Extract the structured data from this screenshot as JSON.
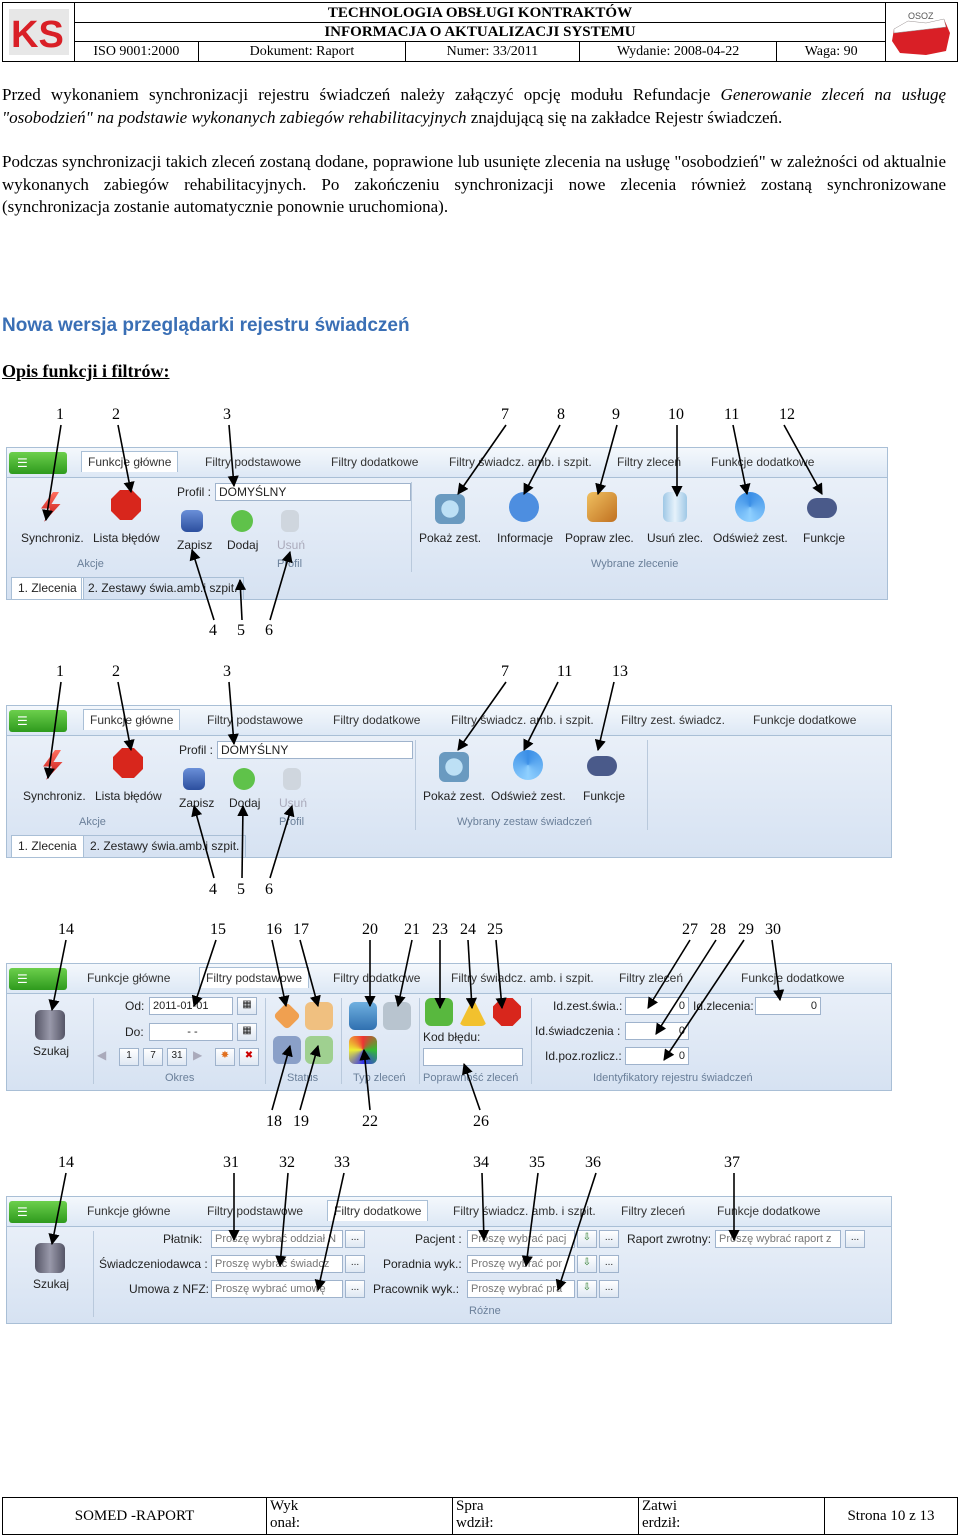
{
  "header": {
    "title1": "TECHNOLOGIA OBSŁUGI KONTRAKTÓW",
    "title2": "INFORMACJA O AKTUALIZACJI SYSTEMU",
    "iso": "ISO 9001:2000",
    "dokument": "Dokument: Raport",
    "numer": "Numer: 33/2011",
    "wydanie": "Wydanie: 2008-04-22",
    "waga": "Waga: 90",
    "logo_left": "KS",
    "logo_right": "OSOZ"
  },
  "body": {
    "p1a": "Przed wykonaniem synchronizacji rejestru świadczeń należy załączyć opcję modułu Refundacje ",
    "p1b": "Generowanie zleceń na usługę \"osobodzień\" na podstawie wykonanych zabiegów rehabilitacyjnych",
    "p1c": " znajdującą się na zakładce Rejestr świadczeń.",
    "p2": "Podczas synchronizacji takich zleceń zostaną dodane, poprawione lub usunięte zlecenia na usługę \"osobodzień\" w zależności od aktualnie wykonanych zabiegów rehabilitacyjnych. Po zakończeniu synchronizacji nowe zlecenia również zostaną synchronizowane (synchronizacja zostanie automatycznie ponownie uruchomiona).",
    "heading": "Nowa wersja przeglądarki rejestru świadczeń",
    "subheading": "Opis funkcji i filtrów:"
  },
  "numbers": {
    "r1_top": [
      "1",
      "2",
      "3",
      "7",
      "8",
      "9",
      "10",
      "11",
      "12"
    ],
    "r1_bot": [
      "4",
      "5",
      "6"
    ],
    "r2_top": [
      "1",
      "2",
      "3",
      "7",
      "11",
      "13"
    ],
    "r2_bot": [
      "4",
      "5",
      "6"
    ],
    "r3_top": [
      "14",
      "15",
      "16",
      "17",
      "20",
      "21",
      "23",
      "24",
      "25",
      "27",
      "28",
      "29",
      "30"
    ],
    "r3_bot": [
      "18",
      "19",
      "22",
      "26"
    ],
    "r4_top": [
      "14",
      "31",
      "32",
      "33",
      "34",
      "35",
      "36",
      "37"
    ]
  },
  "ribbon_tabs": {
    "app": "☰",
    "t1": [
      "Funkcje główne",
      "Filtry podstawowe",
      "Filtry dodatkowe",
      "Filtry świadcz. amb. i szpit.",
      "Filtry zleceń",
      "Funkcje dodatkowe"
    ],
    "t2": [
      "Funkcje główne",
      "Filtry podstawowe",
      "Filtry dodatkowe",
      "Filtry świadcz. amb. i szpit.",
      "Filtry zest. świadcz.",
      "Funkcje dodatkowe"
    ]
  },
  "ribbon1": {
    "profil_label": "Profil :",
    "profil_value": "DOMYŚLNY",
    "buttons": [
      "Synchroniz.",
      "Lista błędów",
      "Zapisz",
      "Dodaj",
      "Usuń",
      "Pokaż zest.",
      "Informacje",
      "Popraw zlec.",
      "Usuń zlec.",
      "Odśwież zest.",
      "Funkcje"
    ],
    "groups": [
      "Akcje",
      "Profil",
      "Wybrane zlecenie"
    ],
    "subtabs": [
      "1. Zlecenia",
      "2. Zestawy świa.amb.i szpit."
    ]
  },
  "ribbon2": {
    "profil_label": "Profil :",
    "profil_value": "DOMYŚLNY",
    "buttons": [
      "Synchroniz.",
      "Lista błędów",
      "Zapisz",
      "Dodaj",
      "Usuń",
      "Pokaż zest.",
      "Odśwież zest.",
      "Funkcje"
    ],
    "groups": [
      "Akcje",
      "Profil",
      "Wybrany zestaw świadczeń"
    ],
    "subtabs": [
      "1. Zlecenia",
      "2. Zestawy świa.amb.i szpit."
    ]
  },
  "ribbon3": {
    "szukaj": "Szukaj",
    "od_label": "Od:",
    "od_value": "2011-01-01",
    "do_label": "Do:",
    "do_value": "- -",
    "kod_bledu": "Kod błędu:",
    "id_zest": "Id.zest.świa.:",
    "id_swiad": "Id.świadczenia :",
    "id_poz": "Id.poz.rozlicz.:",
    "id_zlec": "Id.zlecenia:",
    "zero": "0",
    "groups": [
      "Okres",
      "Status",
      "Typ zleceń",
      "Poprawność zleceń",
      "Identyfikatory rejestru świadczeń"
    ]
  },
  "ribbon4": {
    "szukaj": "Szukaj",
    "platnik": "Płatnik:",
    "platnik_ph": "Proszę wybrać oddział N",
    "swiad": "Świadczeniodawca :",
    "swiad_ph": "Proszę wybrać świadcz",
    "umowa": "Umowa z NFZ:",
    "umowa_ph": "Proszę wybrać umowę",
    "pacjent": "Pacjent :",
    "pacjent_ph": "Proszę wybrać pacj",
    "poradnia": "Poradnia wyk.:",
    "poradnia_ph": "Proszę wybrać por",
    "pracownik": "Pracownik wyk.:",
    "pracownik_ph": "Proszę wybrać pra",
    "raport": "Raport zwrotny:",
    "raport_ph": "Proszę wybrać raport z",
    "group": "Różne",
    "dots": "..."
  },
  "footer": {
    "c1": "SOMED -RAPORT",
    "c2a": "Wyk",
    "c2b": "onał:",
    "c3a": "Spra",
    "c3b": "wdził:",
    "c4a": "Zatwi",
    "c4b": "erdził:",
    "c5": "Strona 10 z 13"
  },
  "colors": {
    "heading": "#3a6fb5",
    "ribbon_bg": "#dce7f4",
    "app_button": "#2e9a1d"
  }
}
